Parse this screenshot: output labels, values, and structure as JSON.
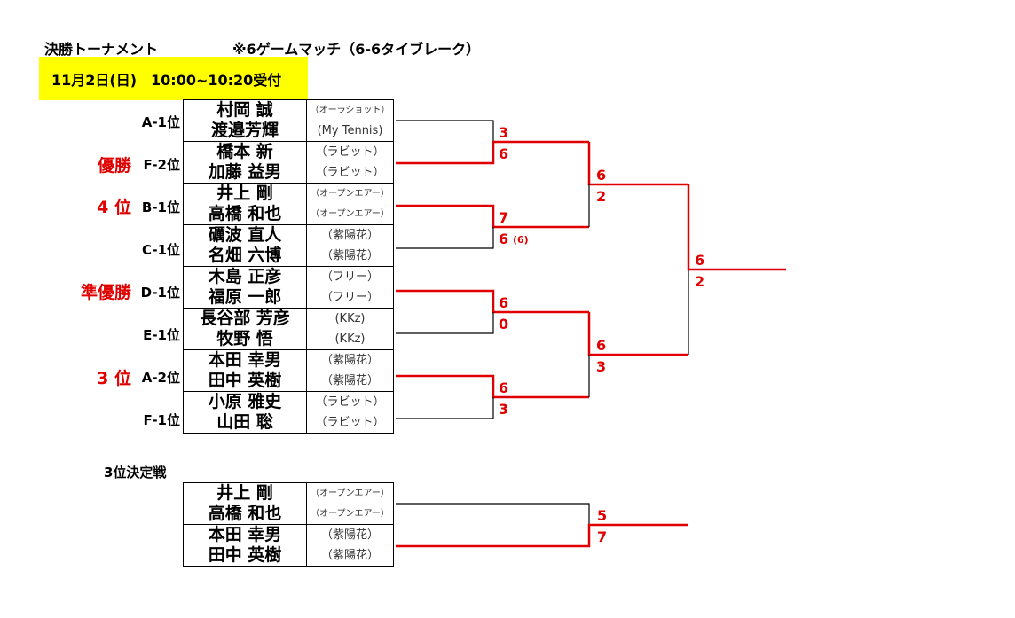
{
  "header": {
    "title": "決勝トーナメント",
    "rule": "※6ゲームマッチ（6-6タイブレーク）",
    "date": "11月2日(日)　10:00~10:20受付"
  },
  "seeds": [
    "A-1位",
    "F-2位",
    "B-1位",
    "C-1位",
    "D-1位",
    "E-1位",
    "A-2位",
    "F-1位"
  ],
  "results": {
    "winner": "優勝",
    "fourth": "4 位",
    "runner_up": "準優勝",
    "third": "3 位"
  },
  "main_draw": [
    {
      "players": [
        {
          "name": "村岡 誠",
          "club": "（オーラショット）"
        },
        {
          "name": "渡邉芳輝",
          "club": "(My Tennis)"
        }
      ]
    },
    {
      "players": [
        {
          "name": "橋本 新",
          "club": "（ラビット）"
        },
        {
          "name": "加藤 益男",
          "club": "（ラビット）"
        }
      ]
    },
    {
      "players": [
        {
          "name": "井上 剛",
          "club": "（オープンエアー）"
        },
        {
          "name": "高橋 和也",
          "club": "（オープンエアー）"
        }
      ]
    },
    {
      "players": [
        {
          "name": "礪波 直人",
          "club": "（紫陽花）"
        },
        {
          "name": "名畑 六博",
          "club": "（紫陽花）"
        }
      ]
    },
    {
      "players": [
        {
          "name": "木島 正彦",
          "club": "（フリー）"
        },
        {
          "name": "福原 一郎",
          "club": "（フリー）"
        }
      ]
    },
    {
      "players": [
        {
          "name": "長谷部 芳彦",
          "club": "(KKz)"
        },
        {
          "name": "牧野 悟",
          "club": "(KKz)"
        }
      ]
    },
    {
      "players": [
        {
          "name": "本田 幸男",
          "club": "（紫陽花）"
        },
        {
          "name": "田中 英樹",
          "club": "（紫陽花）"
        }
      ]
    },
    {
      "players": [
        {
          "name": "小原 雅史",
          "club": "（ラビット）"
        },
        {
          "name": "山田 聡",
          "club": "（ラビット）"
        }
      ]
    }
  ],
  "scores": {
    "r1": [
      {
        "top": "3",
        "bottom": "6"
      },
      {
        "top": "7",
        "bottom": "6",
        "tiebreak": "(6)"
      },
      {
        "top": "6",
        "bottom": "0"
      },
      {
        "top": "6",
        "bottom": "3"
      }
    ],
    "sf": [
      {
        "top": "6",
        "bottom": "2"
      },
      {
        "top": "6",
        "bottom": "3"
      }
    ],
    "final": {
      "top": "6",
      "bottom": "2"
    }
  },
  "third_place": {
    "title": "3位決定戦",
    "pairs": [
      {
        "players": [
          {
            "name": "井上 剛",
            "club": "（オープンエアー）"
          },
          {
            "name": "高橋 和也",
            "club": "（オープンエアー）"
          }
        ]
      },
      {
        "players": [
          {
            "name": "本田 幸男",
            "club": "（紫陽花）"
          },
          {
            "name": "田中 英樹",
            "club": "（紫陽花）"
          }
        ]
      }
    ],
    "score": {
      "top": "5",
      "bottom": "7"
    }
  },
  "colors": {
    "win": "#e00000",
    "lose": "#000000",
    "highlight": "#ffff00"
  }
}
